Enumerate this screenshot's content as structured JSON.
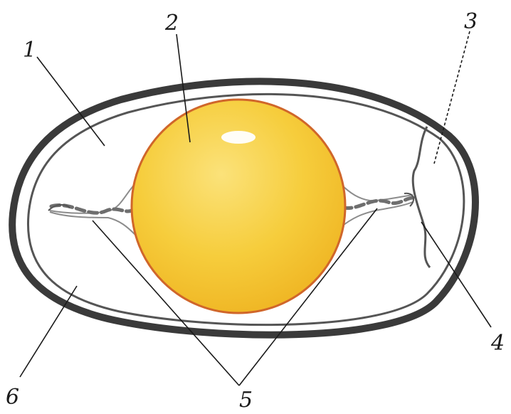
{
  "diagram": {
    "labels": {
      "l1": "1",
      "l2": "2",
      "l3": "3",
      "l4": "4",
      "l5": "5",
      "l6": "6"
    },
    "colors": {
      "shell": "#3a3a3a",
      "yolk": "#f5c72c",
      "yolk_edge": "#d0662a",
      "albumen": "#ffffff",
      "chalaza": "#9a9a9a"
    }
  }
}
